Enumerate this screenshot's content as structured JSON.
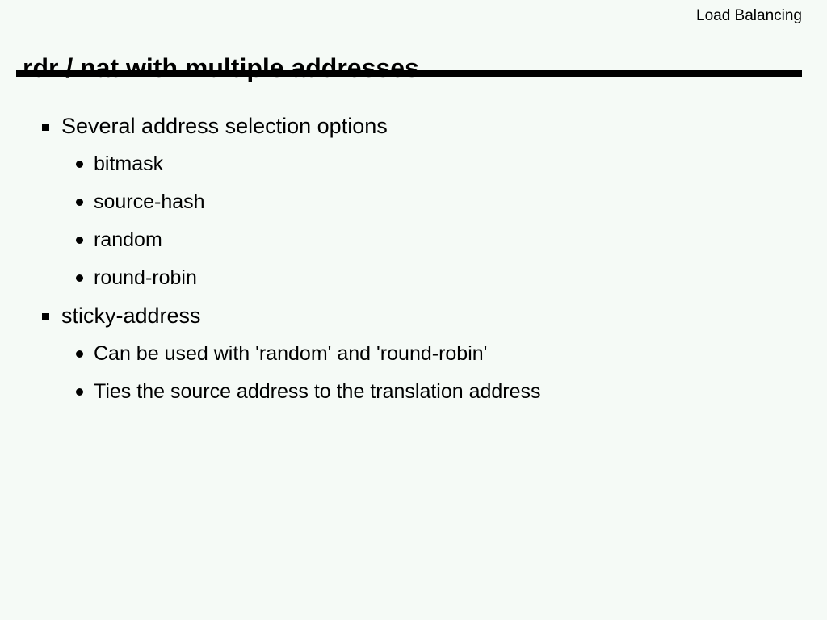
{
  "slide": {
    "header": "Load Balancing",
    "title": "rdr / nat with multiple addresses",
    "colors": {
      "background": "#f5faf6",
      "text": "#000000",
      "rule": "#000000"
    },
    "bullets": [
      {
        "level": 1,
        "marker": "square-bullet-icon",
        "label": "Several address selection options"
      },
      {
        "level": 2,
        "marker": "dot-bullet-icon",
        "label": "bitmask"
      },
      {
        "level": 2,
        "marker": "dot-bullet-icon",
        "label": "source-hash"
      },
      {
        "level": 2,
        "marker": "dot-bullet-icon",
        "label": "random"
      },
      {
        "level": 2,
        "marker": "dot-bullet-icon",
        "label": "round-robin"
      },
      {
        "level": 1,
        "marker": "square-bullet-icon",
        "label": "sticky-address"
      },
      {
        "level": 2,
        "marker": "dot-bullet-icon",
        "label": "Can be used with 'random' and 'round-robin'"
      },
      {
        "level": 2,
        "marker": "dot-bullet-icon",
        "label": "Ties the source address to the translation address"
      }
    ]
  }
}
